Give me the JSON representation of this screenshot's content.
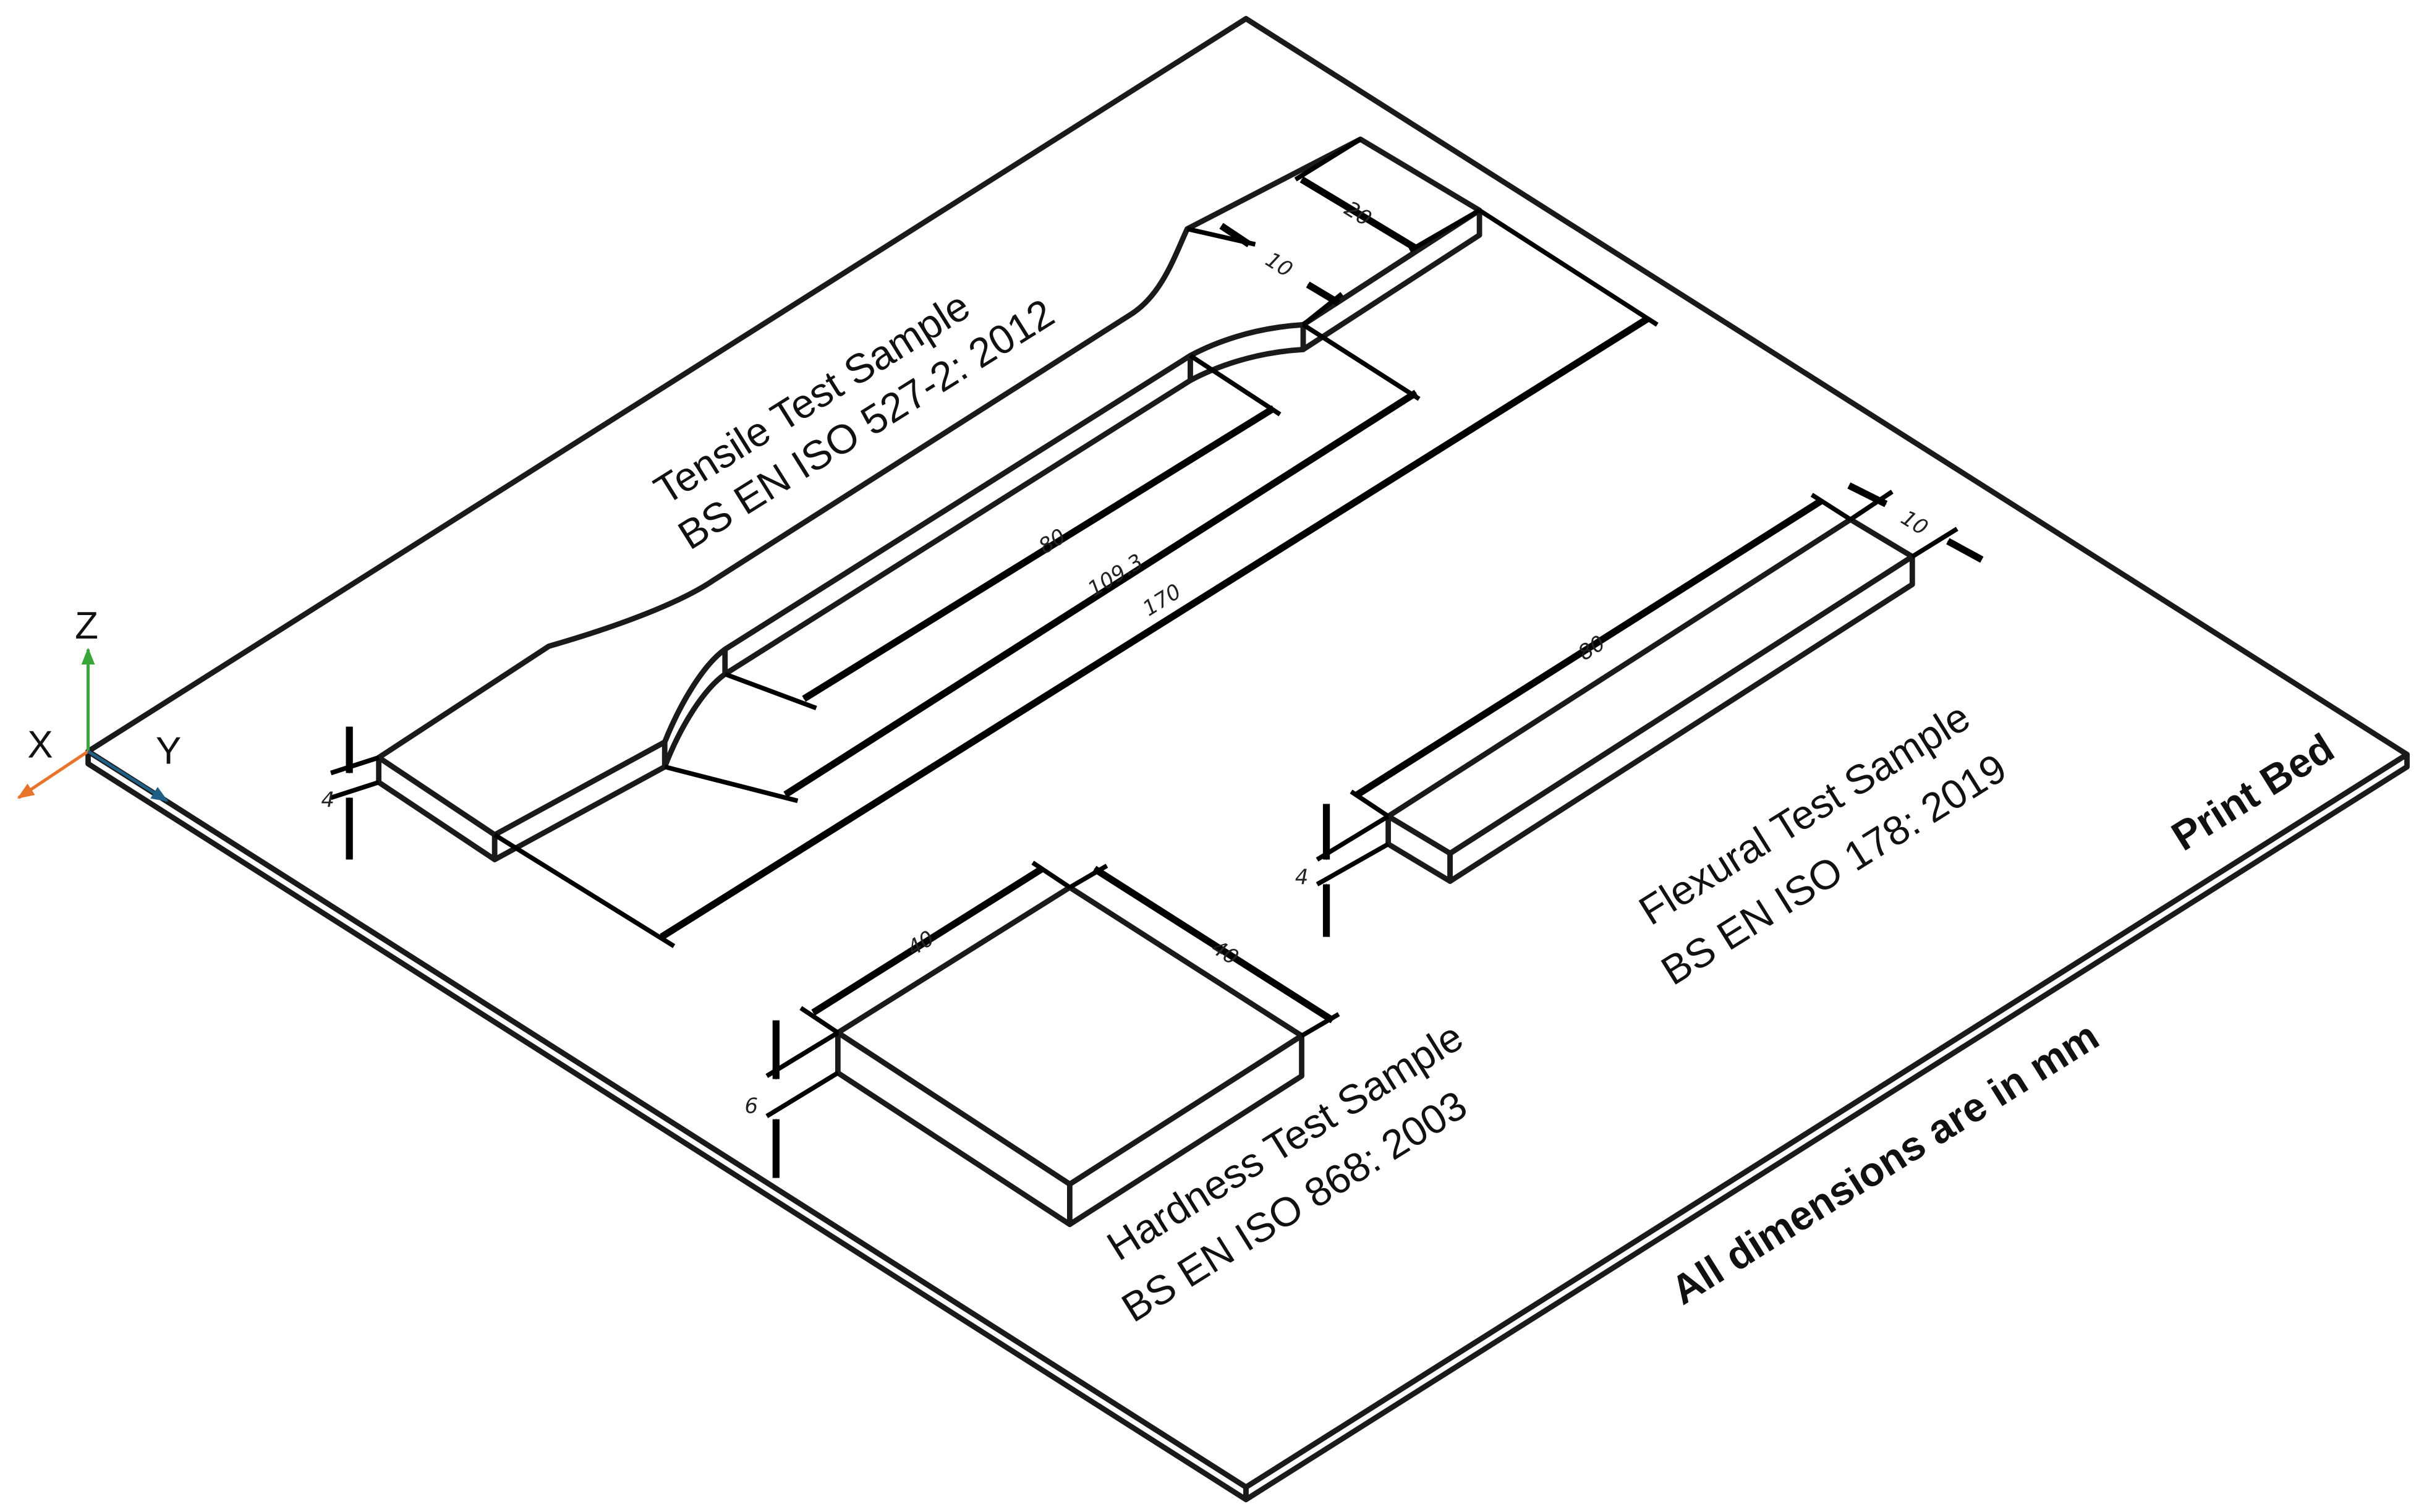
{
  "print_bed": {
    "label": "Print Bed",
    "note": "All dimensions are in mm"
  },
  "axes": {
    "x": "X",
    "y": "Y",
    "z": "Z",
    "colors": {
      "x": "#e8742c",
      "y": "#1f5f86",
      "z": "#3aa63a"
    }
  },
  "tensile": {
    "title": "Tensile Test Sample",
    "standard": "BS EN ISO 527-2: 2012",
    "dims": {
      "overall_length": "170",
      "grip_distance": "109.3",
      "gauge_length": "80",
      "grip_width": "20",
      "gauge_width": "10",
      "thickness": "4"
    }
  },
  "flexural": {
    "title": "Flexural Test Sample",
    "standard": "BS EN ISO 178: 2019",
    "dims": {
      "length": "80",
      "width": "10",
      "thickness": "4"
    }
  },
  "hardness": {
    "title": "Hardness Test Sample",
    "standard": "BS EN ISO 868: 2003",
    "dims": {
      "side_a": "40",
      "side_b": "40",
      "thickness": "6"
    }
  }
}
